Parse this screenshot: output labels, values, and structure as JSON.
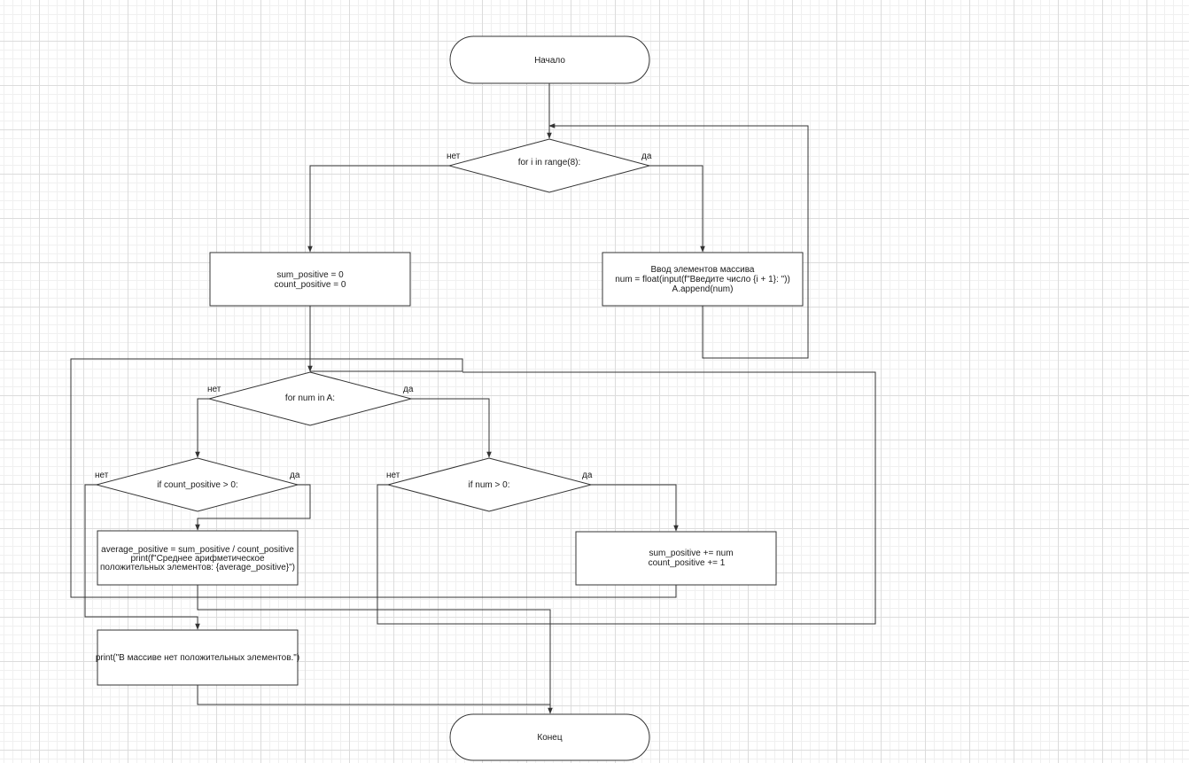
{
  "nodes": {
    "start": "Начало",
    "loop_input": "for i in range(8):",
    "input_block": {
      "line1": "Ввод элементов массива",
      "line2": "num = float(input(f\"Введите число {i + 1}: \"))",
      "line3": "A.append(num)"
    },
    "init_block": {
      "line1": "sum_positive = 0",
      "line2": "count_positive = 0"
    },
    "loop_elements": "for num in A:",
    "if_count": "if count_positive > 0:",
    "if_num": "if num > 0:",
    "average_block": {
      "line1": "average_positive = sum_positive / count_positive",
      "line2": "print(f\"Среднее арифметическое",
      "line3": "положительных элементов: {average_positive}\")"
    },
    "accumulate_block": {
      "line1": "sum_positive += num",
      "line2": "count_positive += 1"
    },
    "no_positive_block": "print(\"В массиве нет положительных элементов.\")",
    "end": "Конец"
  },
  "branch_labels": {
    "yes": "да",
    "no": "нет"
  },
  "colors": {
    "background": "#ffffff",
    "grid_major": "#dcdcdc",
    "grid_minor": "#f0f0f0",
    "stroke": "#333333"
  }
}
